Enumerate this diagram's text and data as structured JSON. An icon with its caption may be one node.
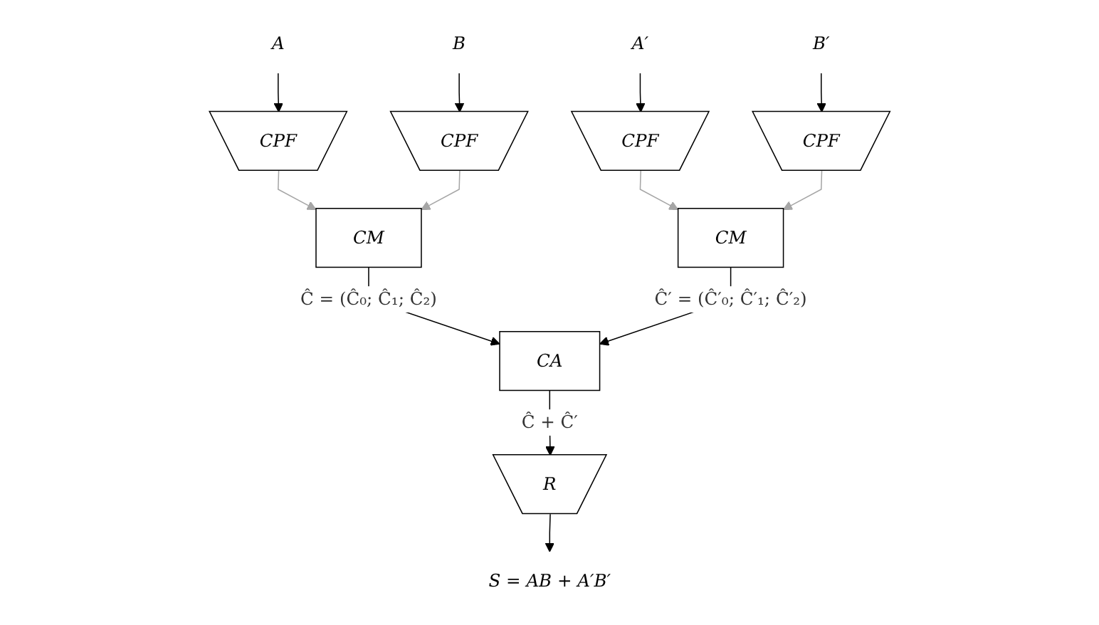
{
  "diagram": {
    "nodes": [
      {
        "text": [
          "A"
        ]
      },
      {
        "text": [
          "B"
        ]
      },
      {
        "text": [
          "A′"
        ]
      },
      {
        "text": [
          "B′"
        ]
      },
      {
        "text": [
          "CPF"
        ]
      },
      {
        "text": [
          "CPF"
        ]
      },
      {
        "text": [
          "CPF"
        ]
      },
      {
        "text": [
          "CPF"
        ]
      },
      {
        "text": [
          "CM"
        ]
      },
      {
        "text": [
          "CM"
        ]
      },
      {
        "text": [
          "CA"
        ]
      },
      {
        "text": [
          "R"
        ]
      },
      {
        "text": [
          "S = AB + A′B′"
        ]
      }
    ],
    "edges": [
      {
        "from": 0,
        "to": 4,
        "arrow": "to"
      },
      {
        "from": 1,
        "to": 5,
        "arrow": "to"
      },
      {
        "from": 2,
        "to": 6,
        "arrow": "to"
      },
      {
        "from": 3,
        "to": 7,
        "arrow": "to"
      },
      {
        "from": 4,
        "to": 8,
        "arrow": "to",
        "color": "#a6a6a6"
      },
      {
        "from": 5,
        "to": 8,
        "arrow": "to",
        "color": "#a6a6a6"
      },
      {
        "from": 6,
        "to": 9,
        "arrow": "to",
        "color": "#a6a6a6"
      },
      {
        "from": 7,
        "to": 9,
        "arrow": "to",
        "color": "#a6a6a6"
      },
      {
        "from": 8,
        "to": 10,
        "arrow": "to",
        "label": "Ĉ = (Ĉ₀; Ĉ₁; Ĉ₂)"
      },
      {
        "from": 9,
        "to": 10,
        "arrow": "to",
        "label": "Ĉ′ = (Ĉ′₀; Ĉ′₁; Ĉ′₂)"
      },
      {
        "from": 10,
        "to": 11,
        "arrow": "to",
        "label": "Ĉ + Ĉ′"
      },
      {
        "from": 11,
        "to": 12,
        "arrow": "to"
      }
    ]
  }
}
